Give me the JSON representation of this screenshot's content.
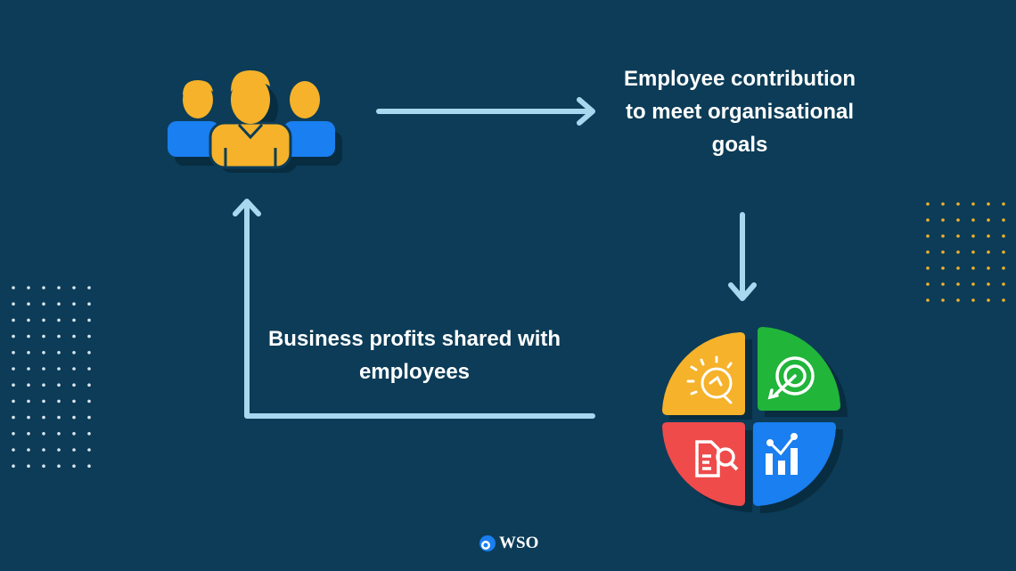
{
  "labels": {
    "top_right": "Employee contribution to meet organisational goals",
    "bottom_left": "Business profits shared with employees"
  },
  "logo": {
    "text": "WSO"
  },
  "icons": [
    "employees-group-icon",
    "lightbulb-icon",
    "target-icon",
    "document-search-icon",
    "bar-chart-icon",
    "wso-logo-icon"
  ],
  "colors": {
    "background": "#0c3c57",
    "arrow": "#a8d8f0",
    "yellow": "#f5b22a",
    "green": "#21b53a",
    "red": "#ef4b4b",
    "blue": "#1a7ff0"
  }
}
